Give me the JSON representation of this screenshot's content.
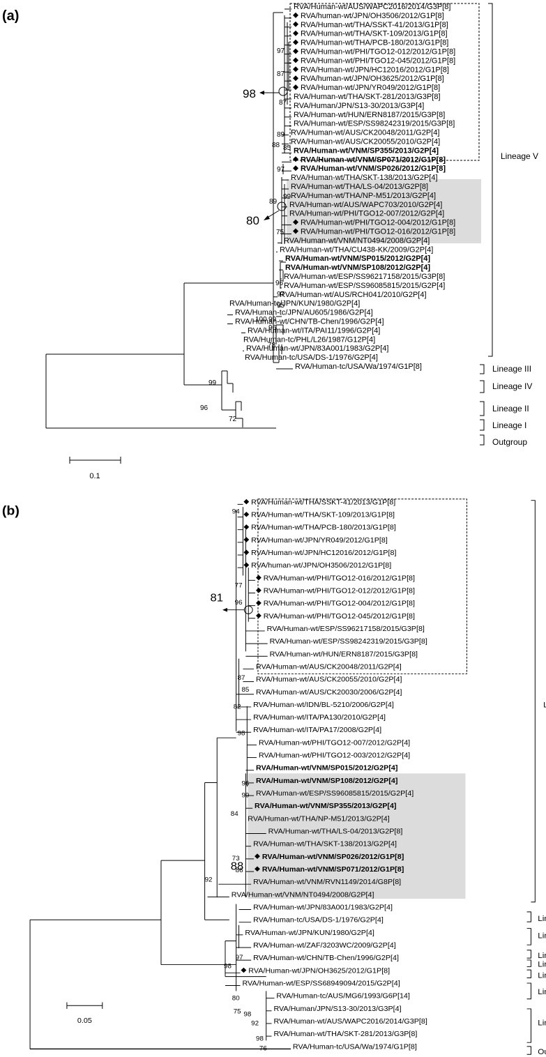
{
  "panels": [
    {
      "label": "(a)",
      "scale_label": "0.1",
      "highlight_text": "98",
      "highlight_text2": "80",
      "leaves": [
        {
          "t": "RVA/Human-wt/AUS/WAPC2016/2014/G3P[8]",
          "b": false,
          "d": false
        },
        {
          "t": "RVA/human-wt/JPN/OH3506/2012/G1P[8]",
          "b": false,
          "d": true
        },
        {
          "t": "RVA/Human-wt/THA/SSKT-41/2013/G1P[8]",
          "b": false,
          "d": true
        },
        {
          "t": "RVA/Human-wt/THA/SKT-109/2013/G1P[8]",
          "b": false,
          "d": true
        },
        {
          "t": "RVA/Human-wt/THA/PCB-180/2013/G1P[8]",
          "b": false,
          "d": true
        },
        {
          "t": "RVA/Human-wt/PHI/TGO12-012/2012/G1P[8]",
          "b": false,
          "d": true
        },
        {
          "t": "RVA/Human-wt/PHI/TGO12-045/2012/G1P[8]",
          "b": false,
          "d": true
        },
        {
          "t": "RVA/Human-wt/JPN/HC12016/2012/G1P[8]",
          "b": false,
          "d": true
        },
        {
          "t": "RVA/human-wt/JPN/OH3625/2012/G1P[8]",
          "b": false,
          "d": true
        },
        {
          "t": "RVA/Human-wt/JPN/YR049/2012/G1P[8]",
          "b": false,
          "d": true
        },
        {
          "t": "RVA/Human-wt/THA/SKT-281/2013/G3P[8]",
          "b": false,
          "d": false
        },
        {
          "t": "RVA/Human/JPN/S13-30/2013/G3P[4]",
          "b": false,
          "d": false
        },
        {
          "t": "RVA/Human-wt/HUN/ERN8187/2015/G3P[8]",
          "b": false,
          "d": false
        },
        {
          "t": "RVA/Human-wt/ESP/SS98242319/2015/G3P[8]",
          "b": false,
          "d": false
        },
        {
          "t": "RVA/Human-wt/AUS/CK20048/2011/G2P[4]",
          "b": false,
          "d": false
        },
        {
          "t": "RVA/Human-wt/AUS/CK20055/2010/G2P[4]",
          "b": false,
          "d": false
        },
        {
          "t": "RVA/Human-wt/VNM/SP355/2013/G2P[4]",
          "b": true,
          "d": false
        },
        {
          "t": "RVA/Human-wt/VNM/SP071/2012/G1P[8]",
          "b": true,
          "d": true
        },
        {
          "t": "RVA/Human-wt/VNM/SP026/2012/G1P[8]",
          "b": true,
          "d": true
        },
        {
          "t": "RVA/Human-wt/THA/SKT-138/2013/G2P[4]",
          "b": false,
          "d": false
        },
        {
          "t": "RVA/Human-wt/THA/LS-04/2013/G2P[8]",
          "b": false,
          "d": false
        },
        {
          "t": "RVA/Human-wt/THA/NP-M51/2013/G2P[4]",
          "b": false,
          "d": false
        },
        {
          "t": "RVA/Human-wt/AUS/WAPC703/2010/G2P[4]",
          "b": false,
          "d": false
        },
        {
          "t": "RVA/Human-wt/PHI/TGO12-007/2012/G2P[4]",
          "b": false,
          "d": false
        },
        {
          "t": "RVA/Human-wt/PHI/TGO12-004/2012/G1P[8]",
          "b": false,
          "d": true
        },
        {
          "t": "RVA/Human-wt/PHI/TGO12-016/2012/G1P[8]",
          "b": false,
          "d": true
        },
        {
          "t": "RVA/Human-wt/VNM/NT0494/2008/G2P[4]",
          "b": false,
          "d": false
        },
        {
          "t": "RVA/Human-wt/THA/CU438-KK/2009/G2P[4]",
          "b": false,
          "d": false
        },
        {
          "t": "RVA/Human-wt/VNM/SP015/2012/G2P[4]",
          "b": true,
          "d": false
        },
        {
          "t": "RVA/Human-wt/VNM/SP108/2012/G2P[4]",
          "b": true,
          "d": false
        },
        {
          "t": "RVA/Human-wt/ESP/SS96217158/2015/G3P[8]",
          "b": false,
          "d": false
        },
        {
          "t": "RVA/Human-wt/ESP/SS96085815/2015/G2P[4]",
          "b": false,
          "d": false
        },
        {
          "t": "RVA/Human-wt/AUS/RCH041/2010/G2P[4]",
          "b": false,
          "d": false
        },
        {
          "t": "RVA/Human-tc/JPN/KUN/1980/G2P[4]",
          "b": false,
          "d": false
        },
        {
          "t": "RVA/Human-tc/JPN/AU605/1986/G2P[4]",
          "b": false,
          "d": false
        },
        {
          "t": "RVA/Human-wt/CHN/TB-Chen/1996/G2P[4]",
          "b": false,
          "d": false
        },
        {
          "t": "RVA/Human-wt/ITA/PAI11/1996/G2P[4]",
          "b": false,
          "d": false
        },
        {
          "t": "RVA/Human-tc/PHL/L26/1987/G12P[4]",
          "b": false,
          "d": false
        },
        {
          "t": "RVA/Human-wt/JPN/83A001/1983/G2P[4]",
          "b": false,
          "d": false
        },
        {
          "t": "RVA/Human-tc/USA/DS-1/1976/G2P[4]",
          "b": false,
          "d": false
        },
        {
          "t": "RVA/Human-tc/USA/Wa/1974/G1P[8]",
          "b": false,
          "d": false
        }
      ],
      "lineages": [
        "Lineage V",
        "Lineage III",
        "Lineage IV",
        "Lineage II",
        "Lineage I",
        "Outgroup"
      ],
      "bootstrap": [
        "97",
        "87",
        "87",
        "89",
        "88",
        "85",
        "97",
        "99",
        "89",
        "75",
        "96",
        "97",
        "95",
        "100",
        "99",
        "96",
        "78",
        "99",
        "96",
        "72"
      ]
    },
    {
      "label": "(b)",
      "scale_label": "0.05",
      "highlight_text": "81",
      "highlight_text2": "88",
      "leaves": [
        {
          "t": "RVA/Human-wt/THA/SSKT-41/2013/G1P[8]",
          "b": false,
          "d": true
        },
        {
          "t": "RVA/Human-wt/THA/SKT-109/2013/G1P[8]",
          "b": false,
          "d": true
        },
        {
          "t": "RVA/Human-wt/THA/PCB-180/2013/G1P[8]",
          "b": false,
          "d": true
        },
        {
          "t": "RVA/Human-wt/JPN/YR049/2012/G1P[8]",
          "b": false,
          "d": true
        },
        {
          "t": "RVA/Human-wt/JPN/HC12016/2012/G1P[8]",
          "b": false,
          "d": true
        },
        {
          "t": "RVA/human-wt/JPN/OH3506/2012/G1P[8]",
          "b": false,
          "d": true
        },
        {
          "t": "RVA/Human-wt/PHI/TGO12-016/2012/G1P[8]",
          "b": false,
          "d": true
        },
        {
          "t": "RVA/Human-wt/PHI/TGO12-012/2012/G1P[8]",
          "b": false,
          "d": true
        },
        {
          "t": "RVA/Human-wt/PHI/TGO12-004/2012/G1P[8]",
          "b": false,
          "d": true
        },
        {
          "t": "RVA/Human-wt/PHI/TGO12-045/2012/G1P[8]",
          "b": false,
          "d": true
        },
        {
          "t": "RVA/Human-wt/ESP/SS96217158/2015/G3P[8]",
          "b": false,
          "d": false
        },
        {
          "t": "RVA/Human-wt/ESP/SS98242319/2015/G3P[8]",
          "b": false,
          "d": false
        },
        {
          "t": "RVA/Human-wt/HUN/ERN8187/2015/G3P[8]",
          "b": false,
          "d": false
        },
        {
          "t": "RVA/Human-wt/AUS/CK20048/2011/G2P[4]",
          "b": false,
          "d": false
        },
        {
          "t": "RVA/Human-wt/AUS/CK20055/2010/G2P[4]",
          "b": false,
          "d": false
        },
        {
          "t": "RVA/Human-wt/AUS/CK20030/2006/G2P[4]",
          "b": false,
          "d": false
        },
        {
          "t": "RVA/Human-wt/IDN/BL-5210/2006/G2P[4]",
          "b": false,
          "d": false
        },
        {
          "t": "RVA/Human-wt/ITA/PA130/2010/G2P[4]",
          "b": false,
          "d": false
        },
        {
          "t": "RVA/Human-wt/ITA/PA17/2008/G2P[4]",
          "b": false,
          "d": false
        },
        {
          "t": "RVA/Human-wt/PHI/TGO12-007/2012/G2P[4]",
          "b": false,
          "d": false
        },
        {
          "t": "RVA/Human-wt/PHI/TGO12-003/2012/G2P[4]",
          "b": false,
          "d": false
        },
        {
          "t": "RVA/Human-wt/VNM/SP015/2012/G2P[4]",
          "b": true,
          "d": false
        },
        {
          "t": "RVA/Human-wt/VNM/SP108/2012/G2P[4]",
          "b": true,
          "d": false
        },
        {
          "t": "RVA/Human-wt/ESP/SS96085815/2015/G2P[4]",
          "b": false,
          "d": false
        },
        {
          "t": "RVA/Human-wt/VNM/SP355/2013/G2P[4]",
          "b": true,
          "d": false
        },
        {
          "t": "RVA/Human-wt/THA/NP-M51/2013/G2P[4]",
          "b": false,
          "d": false
        },
        {
          "t": "RVA/Human-wt/THA/LS-04/2013/G2P[8]",
          "b": false,
          "d": false
        },
        {
          "t": "RVA/Human-wt/THA/SKT-138/2013/G2P[4]",
          "b": false,
          "d": false
        },
        {
          "t": "RVA/Human-wt/VNM/SP026/2012/G1P[8]",
          "b": true,
          "d": true
        },
        {
          "t": "RVA/Human-wt/VNM/SP071/2012/G1P[8]",
          "b": true,
          "d": true
        },
        {
          "t": "RVA/Human-wt/VNM/RVN1149/2014/G8P[8]",
          "b": false,
          "d": false
        },
        {
          "t": "RVA/Human-wt/VNM/NT0494/2008/G2P[4]",
          "b": false,
          "d": false
        },
        {
          "t": "RVA/Human-wt/JPN/83A001/1983/G2P[4]",
          "b": false,
          "d": false
        },
        {
          "t": "RVA/Human-tc/USA/DS-1/1976/G2P[4]",
          "b": false,
          "d": false
        },
        {
          "t": "RVA/Human-wt/JPN/KUN/1980/G2P[4]",
          "b": false,
          "d": false
        },
        {
          "t": "RVA/Human-wt/ZAF/3203WC/2009/G2P[4]",
          "b": false,
          "d": false
        },
        {
          "t": "RVA/Human-wt/CHN/TB-Chen/1996/G2P[4]",
          "b": false,
          "d": false
        },
        {
          "t": "RVA/Human-wt/JPN/OH3625/2012/G1P[8]",
          "b": false,
          "d": true
        },
        {
          "t": "RVA/Human-wt/ESP/SS68949094/2015/G2P[4]",
          "b": false,
          "d": false
        },
        {
          "t": "RVA/Human-tc/AUS/MG6/1993/G6P[14]",
          "b": false,
          "d": false
        },
        {
          "t": "RVA/Human/JPN/S13-30/2013/G3P[4]",
          "b": false,
          "d": false
        },
        {
          "t": "RVA/Human-wt/AUS/WAPC2016/2014/G3P[8]",
          "b": false,
          "d": false
        },
        {
          "t": "RVA/Human-wt/THA/SKT-281/2013/G3P[8]",
          "b": false,
          "d": false
        },
        {
          "t": "RVA/Human-tc/USA/Wa/1974/G1P[8]",
          "b": false,
          "d": false
        }
      ],
      "lineages": [
        "Lineage VI",
        "Lineage VIII",
        "Lineage I",
        "Lineage III",
        "Lineage V",
        "Lineage IV",
        "Lineage VII",
        "Lineage XI",
        "Outgroup"
      ],
      "bootstrap": [
        "94",
        "77",
        "96",
        "87",
        "85",
        "82",
        "98",
        "84",
        "96",
        "99",
        "73",
        "92",
        "86",
        "97",
        "98",
        "80",
        "75",
        "98",
        "92",
        "98",
        "76"
      ]
    }
  ]
}
